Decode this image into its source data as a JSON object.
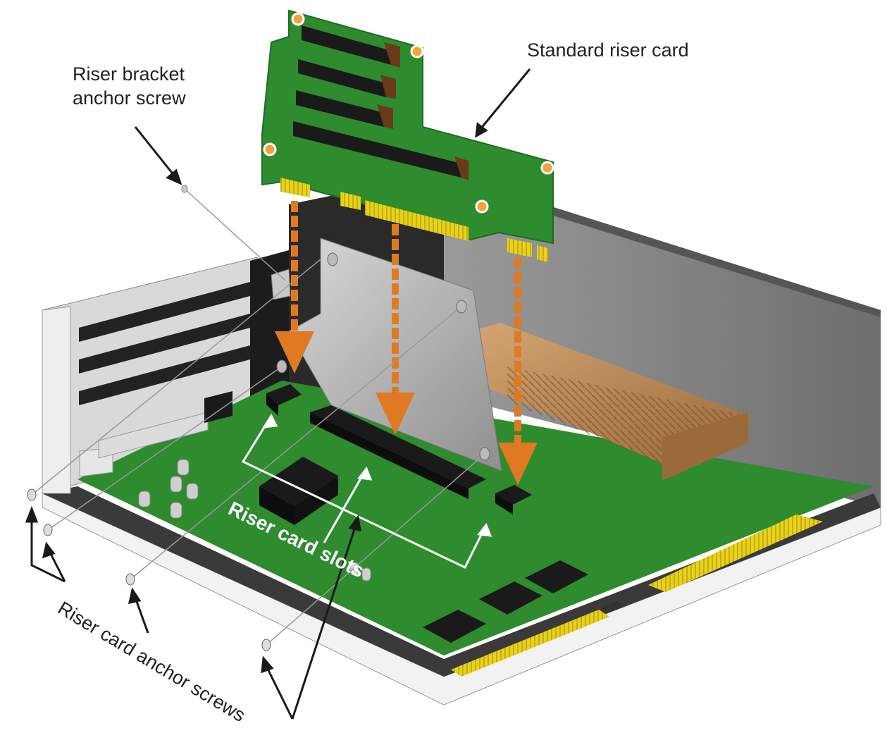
{
  "labels": {
    "standard_riser_card": "Standard riser card",
    "riser_bracket_line1": "Riser bracket",
    "riser_bracket_line2": "anchor screw",
    "riser_card_slots": "Riser card slots",
    "riser_card_anchor_screws": "Riser card anchor screws"
  },
  "colors": {
    "pcb_green": "#2e8b2e",
    "pcb_dark": "#1f6b24",
    "gold_contact": "#e8d21a",
    "arrow_orange": "#e07a22",
    "heatsink_copper": "#b58450",
    "chassis_gray": "#8a8a8a",
    "slot_black": "#1a1a1a"
  },
  "icons": [
    "down-arrow-icon",
    "screw-icon",
    "pointer-arrow-icon"
  ]
}
